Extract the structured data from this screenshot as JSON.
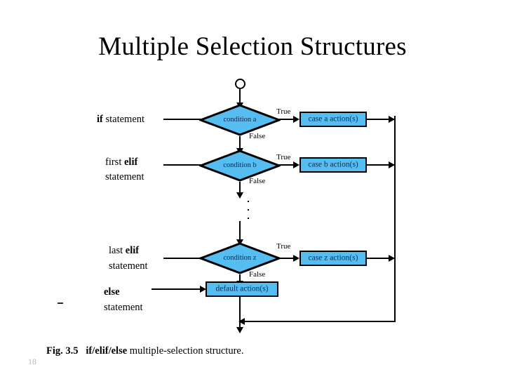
{
  "slide": {
    "title": "Multiple Selection Structures",
    "page_number": "18",
    "background_color": "#ffffff"
  },
  "caption": {
    "figure_number": "Fig. 3.5",
    "bold_part": "if/elif/else",
    "rest": " multiple-selection structure."
  },
  "colors": {
    "shape_fill": "#56bdf0",
    "shape_border": "#000000",
    "shape_text": "#102a52",
    "line": "#000000",
    "page_number": "#b9b9b9"
  },
  "flowchart": {
    "start_connector": "start-connector-circle",
    "branch_labels": {
      "true": "True",
      "false": "False"
    },
    "rows": [
      {
        "statement_bold": "if",
        "statement_rest": " statement",
        "statement_line2": "",
        "condition": "condition a",
        "action": "case a action(s)",
        "true_label": "True",
        "false_label": "False"
      },
      {
        "statement_bold": "elif",
        "statement_prefix": "first ",
        "statement_rest": "",
        "statement_line2": "statement",
        "condition": "condition b",
        "action": "case b action(s)",
        "true_label": "True",
        "false_label": "False"
      },
      {
        "statement_bold": "elif",
        "statement_prefix": "last ",
        "statement_rest": "",
        "statement_line2": "statement",
        "condition": "condition z",
        "action": "case  z action(s)",
        "true_label": "True",
        "false_label": "False"
      }
    ],
    "else_row": {
      "statement_bold": "else",
      "statement_line2": "statement",
      "action": "default action(s)"
    },
    "ellipsis_dots": 3
  }
}
